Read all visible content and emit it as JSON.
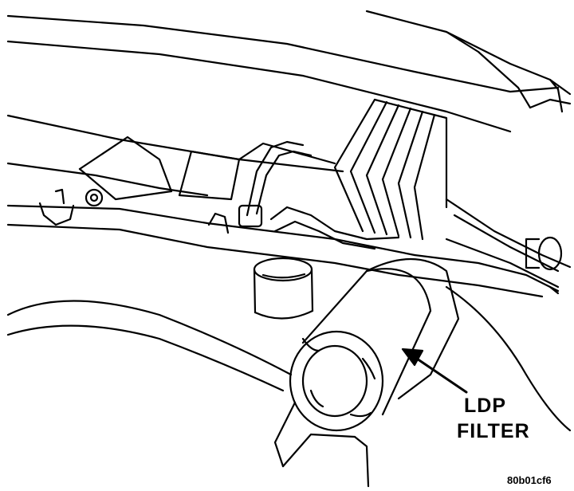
{
  "callout": {
    "line1": "LDP",
    "line2": "FILTER"
  },
  "figure_code": "80b01cf6",
  "colors": {
    "ink": "#000000",
    "paper": "#ffffff"
  }
}
